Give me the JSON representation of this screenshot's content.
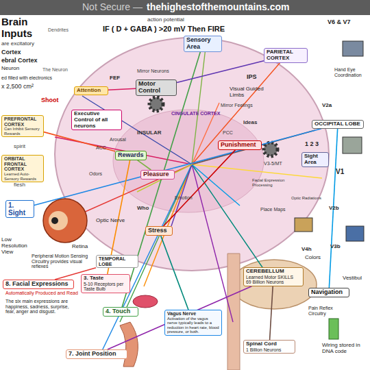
{
  "diagram": {
    "title": "Brain Inputs",
    "nodes": [
      {
        "text": [
          "PREFRONTAL CORTEX",
          "Can Inhibit Sensory Rewards"
        ]
      },
      {
        "text": [
          "ORBITAL FRONTAL CORTEX",
          "Learned Auto-Sensory Rewards"
        ]
      },
      {
        "text": [
          "Attention"
        ]
      },
      {
        "text": [
          "Motor Control"
        ]
      },
      {
        "text": [
          "Sensory Area"
        ]
      },
      {
        "text": [
          "PARIETAL CORTEX"
        ]
      },
      {
        "text": [
          "Executive Control of all neurons"
        ]
      },
      {
        "text": [
          "Rewards"
        ]
      },
      {
        "text": [
          "Pleasure"
        ]
      },
      {
        "text": [
          "Punishment"
        ]
      },
      {
        "text": [
          "Stress"
        ]
      },
      {
        "text": [
          "TEMPORAL LOBE"
        ]
      },
      {
        "text": [
          "OCCIPITAL LOBE"
        ]
      },
      {
        "text": [
          "Sight Area"
        ]
      },
      {
        "text": [
          "Navigation"
        ]
      },
      {
        "text": [
          "CEREBELLUM",
          "Learned Motor SKILLS",
          "69 Billion Neurons"
        ]
      },
      {
        "text": [
          "1. Sight"
        ]
      },
      {
        "text": [
          "8. Facial Expressions"
        ]
      },
      {
        "text": [
          "3. Taste",
          "5-10 Receptors per Taste Bulb"
        ]
      },
      {
        "text": [
          "4. Touch"
        ]
      },
      {
        "text": [
          "7. Joint Position"
        ]
      },
      {
        "text": [
          "Vagus Nerve",
          "Activation of the vagus nerve typically leads to a reduction in heart rate, blood pressure, or both."
        ]
      },
      {
        "text": [
          "Spinal Cord",
          "1 Billion Neurons"
        ]
      }
    ],
    "edges": [
      {
        "from": 16,
        "to": 12,
        "arrow": "none"
      },
      {
        "from": 18,
        "to": 7,
        "arrow": "none"
      },
      {
        "from": 19,
        "to": 4,
        "arrow": "none"
      },
      {
        "from": 20,
        "to": 15,
        "arrow": "none"
      },
      {
        "from": 21,
        "to": 10,
        "arrow": "none"
      },
      {
        "from": 17,
        "to": 11,
        "arrow": "none"
      },
      {
        "from": 22,
        "to": 15,
        "arrow": "none"
      },
      {
        "from": 2,
        "to": 3,
        "arrow": "none"
      },
      {
        "from": 7,
        "to": 8,
        "arrow": "none"
      },
      {
        "from": 9,
        "to": 10,
        "arrow": "none"
      },
      {
        "from": 5,
        "to": 3,
        "arrow": "none"
      },
      {
        "from": 0,
        "to": 7,
        "arrow": "none"
      },
      {
        "from": 12,
        "to": 14,
        "arrow": "none"
      }
    ],
    "labels": [
      "Not Secure —",
      "thehighestofthemountains.com",
      "are excitatory",
      "Dendrites",
      "The Neuron",
      "Cortex",
      "ebral Cortex",
      "Neuron",
      "ed filled with electronics",
      "x 2,500 cm²",
      "Shoot",
      "spirit",
      "flesh",
      "action potential",
      "IF ( D + GABA ) >20 mV Then FIRE",
      "FEF",
      "Mirror Neurons",
      "Mirror Feelings",
      "CINGULATE CORTEX",
      "INSULAR",
      "Arousal",
      "ACC",
      "PCC",
      "Ideas",
      "Odors",
      "Emotion",
      "Who",
      "V3-5/MT",
      "Facial Expression Processing",
      "Place Maps",
      "Optic Radiations",
      "IPS",
      "Visual Guided Limbs",
      "V6 & V7",
      "Hand Eye Coordination",
      "V2a",
      "1 2 3",
      "V1",
      "V2b",
      "V3b",
      "V4h",
      "Colors",
      "Vestibul",
      "Optic Nerve",
      "Retina",
      "Low Resolution View",
      "Peripheral Motion Sensing Circuitry provides visual reflexes",
      "Automatically Produced and Read",
      "The six main expressions are happiness, sadness, surprise, fear, anger and disgust.",
      "Pain Reflex Circuitry",
      "Wiring stored in DNA code"
    ]
  }
}
